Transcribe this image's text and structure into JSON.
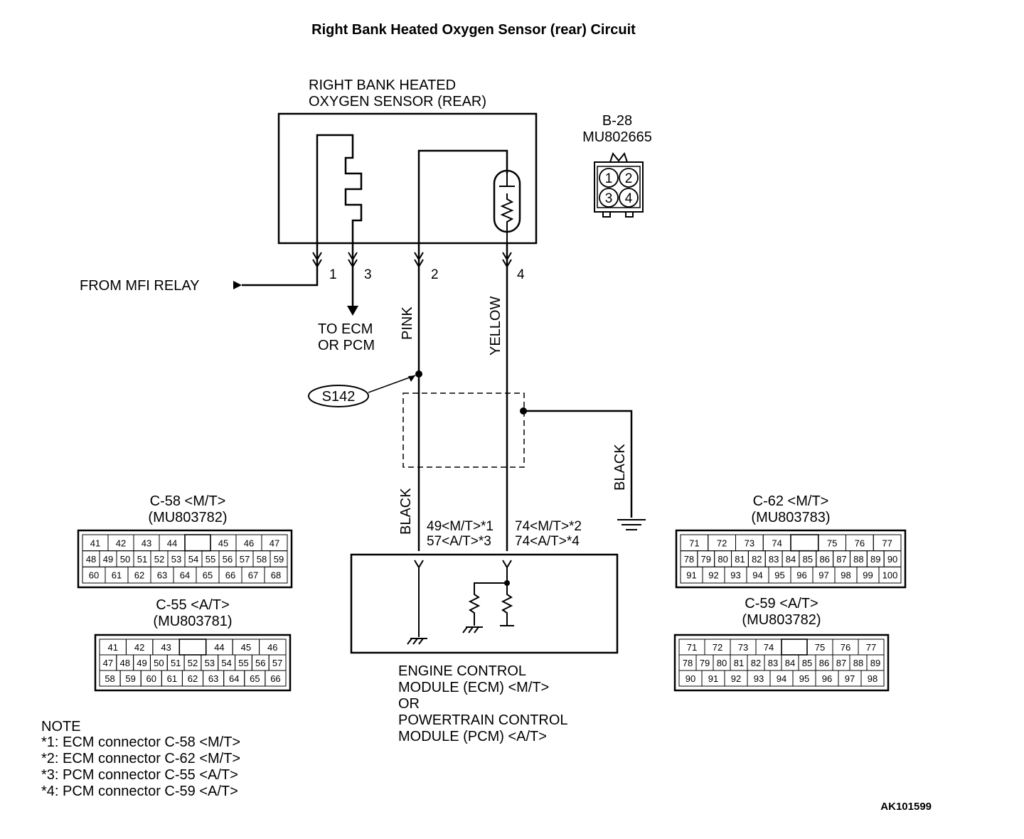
{
  "title": "Right Bank Heated Oxygen Sensor (rear) Circuit",
  "sensor": {
    "line1": "RIGHT BANK HEATED",
    "line2": "OXYGEN SENSOR (REAR)",
    "pins": [
      "1",
      "3",
      "2",
      "4"
    ]
  },
  "connector_b28": {
    "id": "B-28",
    "part": "MU802665",
    "pins": [
      "1",
      "2",
      "3",
      "4"
    ]
  },
  "labels": {
    "from_mfi_relay": "FROM MFI RELAY",
    "to_ecm_1": "TO ECM",
    "to_ecm_2": "OR PCM",
    "wire_pink": "PINK",
    "wire_yellow": "YELLOW",
    "wire_black_shield": "BLACK",
    "wire_black_left": "BLACK",
    "splice": "S142",
    "term_left_1": "49<M/T>*1",
    "term_left_2": "57<A/T>*3",
    "term_right_1": "74<M/T>*2",
    "term_right_2": "74<A/T>*4"
  },
  "module": {
    "line1": "ENGINE CONTROL",
    "line2": "MODULE (ECM) <M/T>",
    "line3": "OR",
    "line4": "POWERTRAIN CONTROL",
    "line5": "MODULE (PCM) <A/T>"
  },
  "connectors": {
    "c58": {
      "name": "C-58 <M/T>",
      "part": "(MU803782)",
      "rows": [
        [
          "41",
          "42",
          "43",
          "44",
          "",
          "45",
          "46",
          "47"
        ],
        [
          "48",
          "49",
          "50",
          "51",
          "52",
          "53",
          "54",
          "55",
          "56",
          "57",
          "58",
          "59"
        ],
        [
          "60",
          "61",
          "62",
          "63",
          "64",
          "65",
          "66",
          "67",
          "68"
        ]
      ]
    },
    "c55": {
      "name": "C-55 <A/T>",
      "part": "(MU803781)",
      "rows": [
        [
          "41",
          "42",
          "43",
          "",
          "44",
          "45",
          "46"
        ],
        [
          "47",
          "48",
          "49",
          "50",
          "51",
          "52",
          "53",
          "54",
          "55",
          "56",
          "57"
        ],
        [
          "58",
          "59",
          "60",
          "61",
          "62",
          "63",
          "64",
          "65",
          "66"
        ]
      ]
    },
    "c62": {
      "name": "C-62 <M/T>",
      "part": "(MU803783)",
      "rows": [
        [
          "71",
          "72",
          "73",
          "74",
          "",
          "75",
          "76",
          "77"
        ],
        [
          "78",
          "79",
          "80",
          "81",
          "82",
          "83",
          "84",
          "85",
          "86",
          "87",
          "88",
          "89",
          "90"
        ],
        [
          "91",
          "92",
          "93",
          "94",
          "95",
          "96",
          "97",
          "98",
          "99",
          "100"
        ]
      ]
    },
    "c59": {
      "name": "C-59 <A/T>",
      "part": "(MU803782)",
      "rows": [
        [
          "71",
          "72",
          "73",
          "74",
          "",
          "75",
          "76",
          "77"
        ],
        [
          "78",
          "79",
          "80",
          "81",
          "82",
          "83",
          "84",
          "85",
          "86",
          "87",
          "88",
          "89"
        ],
        [
          "90",
          "91",
          "92",
          "93",
          "94",
          "95",
          "96",
          "97",
          "98"
        ]
      ]
    }
  },
  "notes": {
    "heading": "NOTE",
    "items": [
      "*1: ECM connector C-58 <M/T>",
      "*2: ECM connector C-62 <M/T>",
      "*3: PCM connector C-55 <A/T>",
      "*4: PCM connector C-59 <A/T>"
    ]
  },
  "figure_code": "AK101599"
}
